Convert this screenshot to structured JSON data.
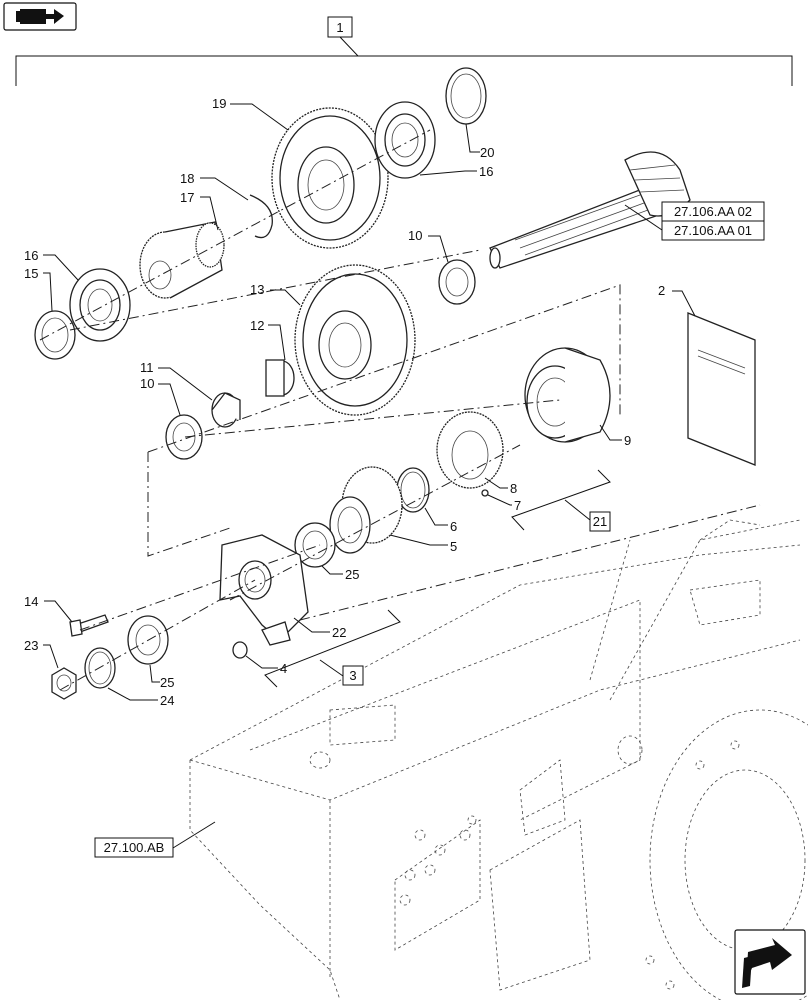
{
  "nav": {
    "top_icon": "book-arrow-icon",
    "bottom_icon": "next-page-arrow-icon"
  },
  "refs": {
    "assembly": "1",
    "kit_21": "21",
    "kit_3": "3",
    "ref_aa02": "27.106.AA 02",
    "ref_aa01": "27.106.AA 01",
    "ref_ab": "27.100.AB"
  },
  "labels": {
    "l19": "19",
    "l20": "20",
    "l16a": "16",
    "l18": "18",
    "l17": "17",
    "l10a": "10",
    "l16b": "16",
    "l15": "15",
    "l13": "13",
    "l2": "2",
    "l12": "12",
    "l11": "11",
    "l10b": "10",
    "l9": "9",
    "l8": "8",
    "l7": "7",
    "l6": "6",
    "l5": "5",
    "l25a": "25",
    "l14": "14",
    "l22": "22",
    "l23": "23",
    "l4": "4",
    "l25b": "25",
    "l24": "24"
  },
  "colors": {
    "line": "#111111",
    "background": "#ffffff"
  }
}
